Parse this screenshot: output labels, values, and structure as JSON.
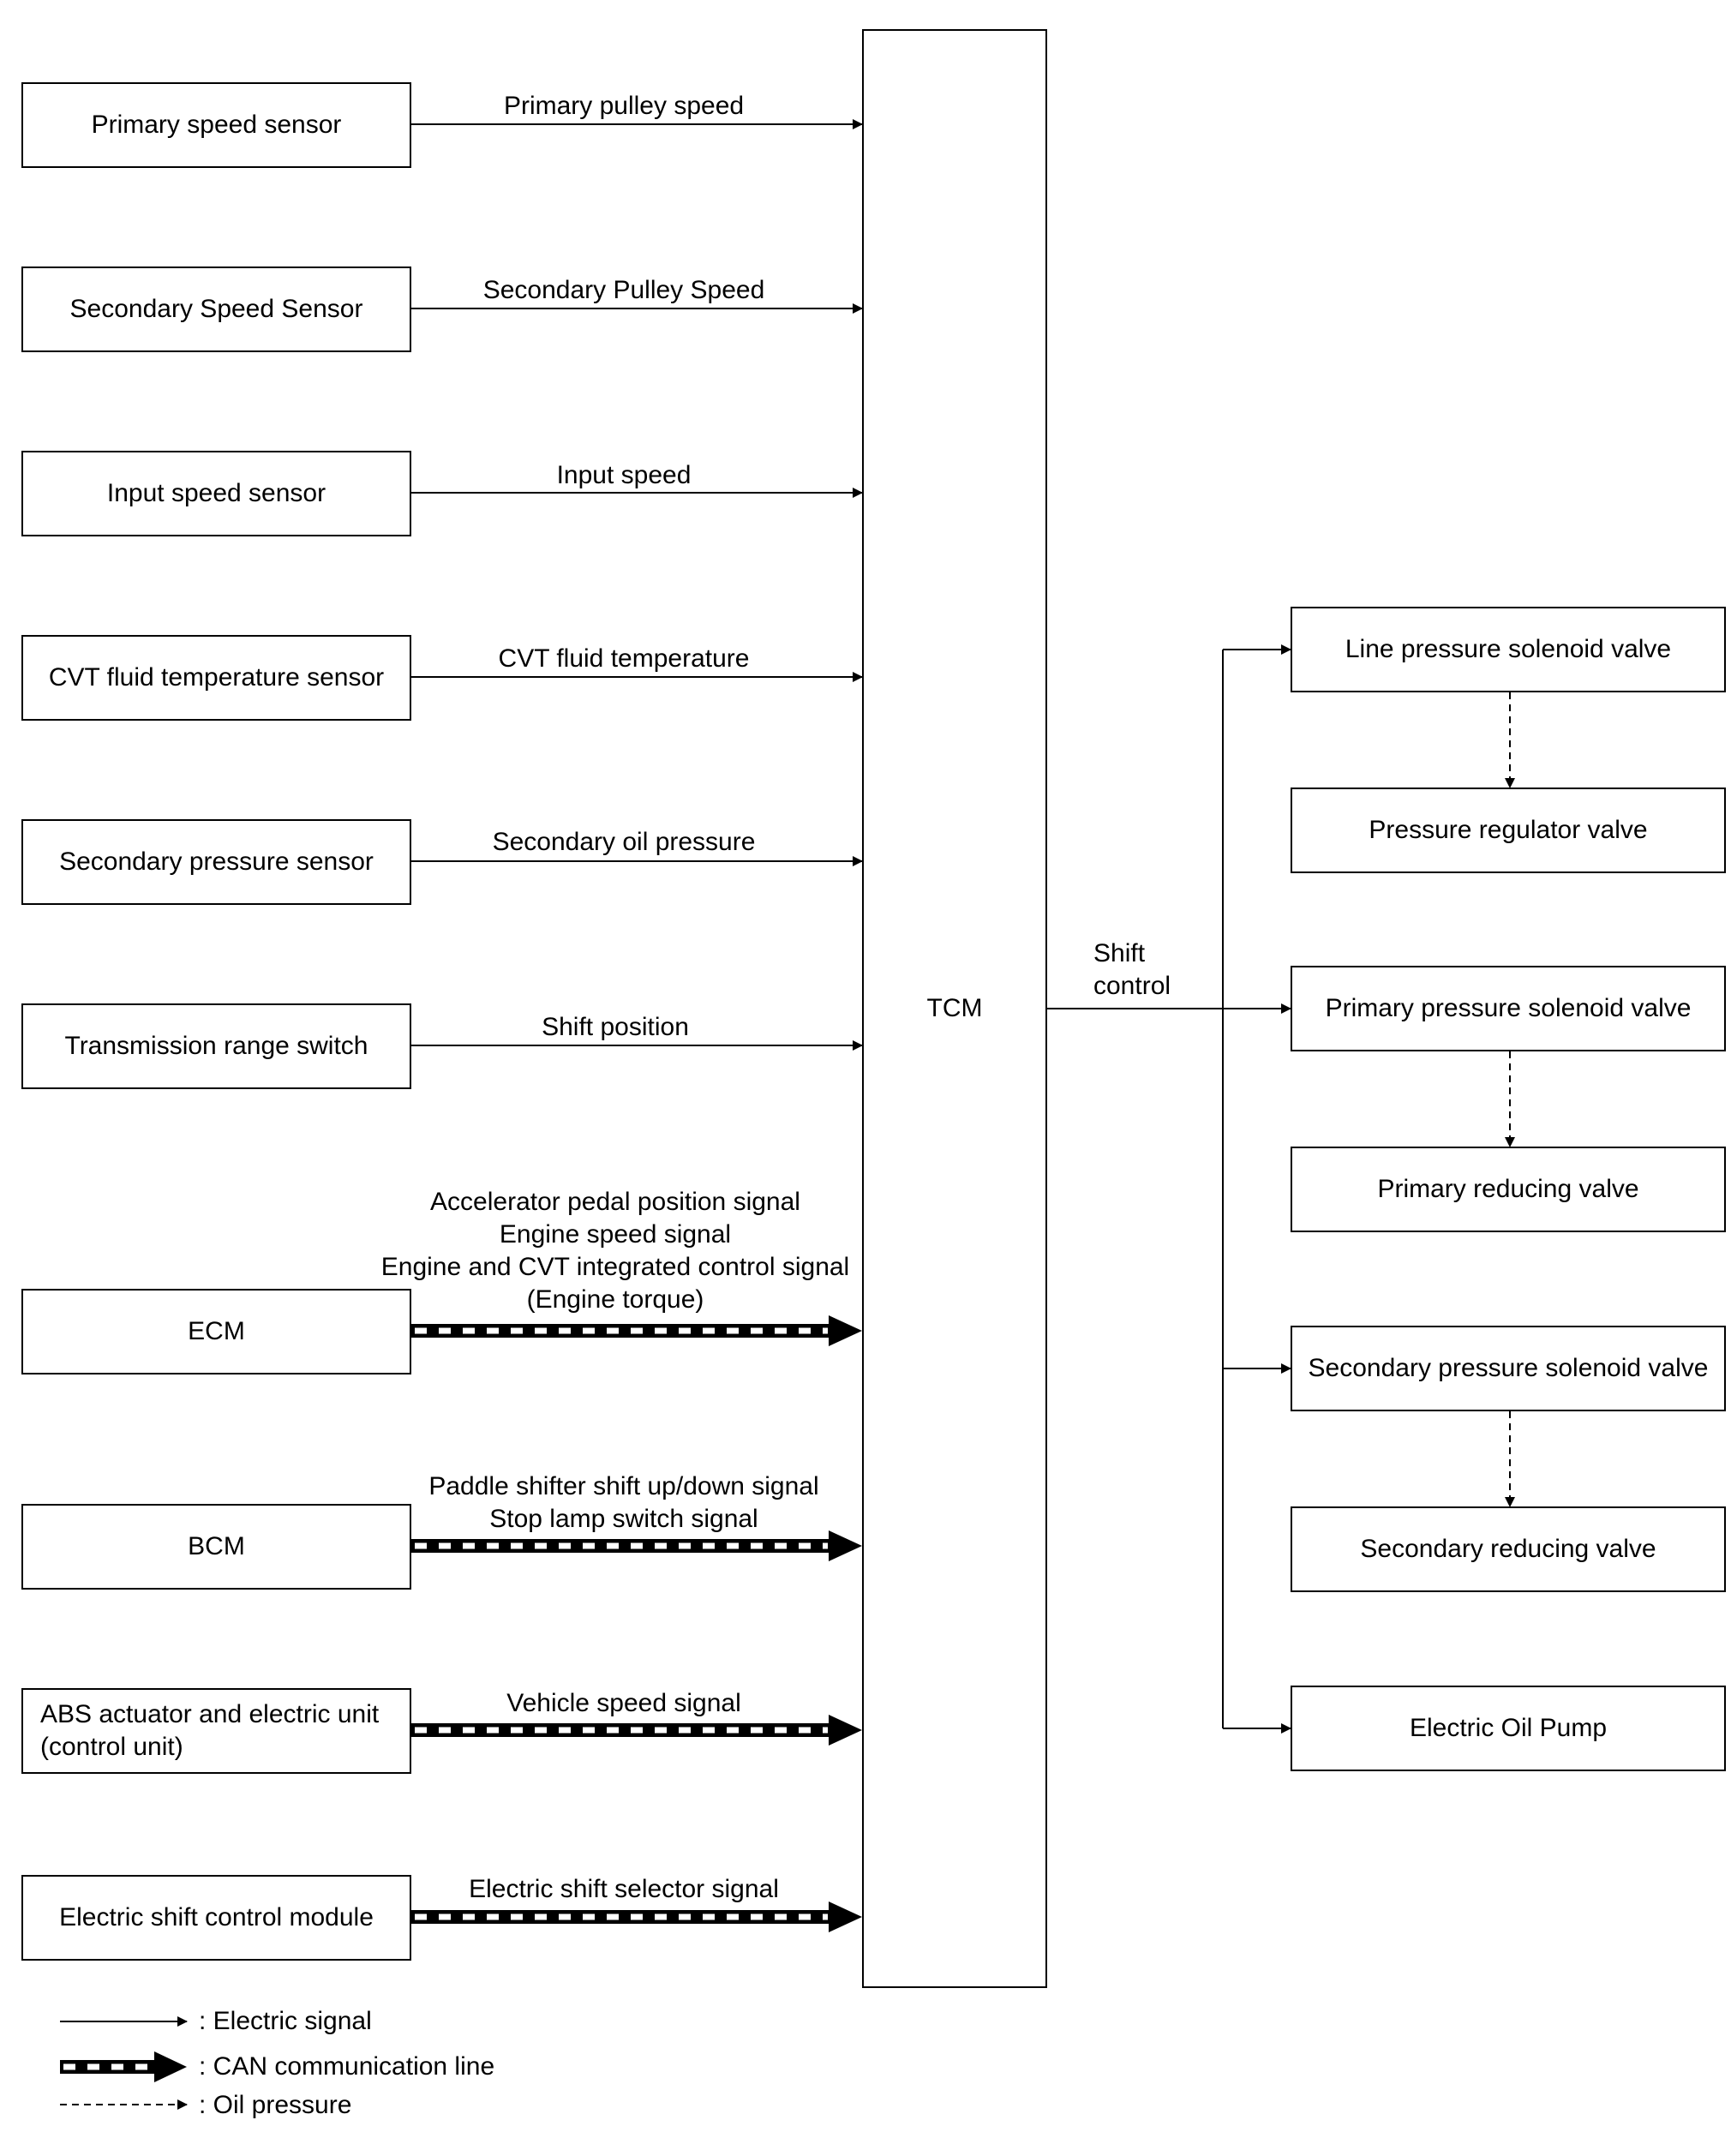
{
  "tcm_label": "TCM",
  "inputs": [
    {
      "sensor": "Primary speed sensor",
      "signal": "Primary pulley speed"
    },
    {
      "sensor": "Secondary Speed Sensor",
      "signal": "Secondary Pulley Speed"
    },
    {
      "sensor": "Input speed sensor",
      "signal": "Input speed"
    },
    {
      "sensor": "CVT fluid temperature sensor",
      "signal": "CVT fluid temperature"
    },
    {
      "sensor": "Secondary pressure sensor",
      "signal": "Secondary oil pressure"
    },
    {
      "sensor": "Transmission range switch",
      "signal": "Shift position"
    }
  ],
  "can_inputs": {
    "ecm": {
      "label": "ECM",
      "signals": [
        "Accelerator pedal position signal",
        "Engine speed signal",
        "Engine and CVT integrated control signal",
        "(Engine torque)"
      ]
    },
    "bcm": {
      "label": "BCM",
      "signals": [
        "Paddle shifter shift up/down signal",
        "Stop lamp switch signal"
      ]
    },
    "abs": {
      "label_line1": "ABS actuator and electric unit",
      "label_line2": "(control unit)",
      "signal": "Vehicle speed signal"
    },
    "esc": {
      "label": "Electric shift control module",
      "signal": "Electric shift selector signal"
    }
  },
  "output": {
    "label_line1": "Shift",
    "label_line2": "control",
    "solenoids": [
      "Line pressure solenoid valve",
      "Primary pressure solenoid valve",
      "Secondary pressure solenoid valve",
      "Electric Oil Pump"
    ],
    "valves": [
      "Pressure regulator valve",
      "Primary reducing valve",
      "Secondary reducing valve"
    ]
  },
  "legend": {
    "electric": ": Electric signal",
    "can": ": CAN communication line",
    "oil": ": Oil pressure"
  }
}
